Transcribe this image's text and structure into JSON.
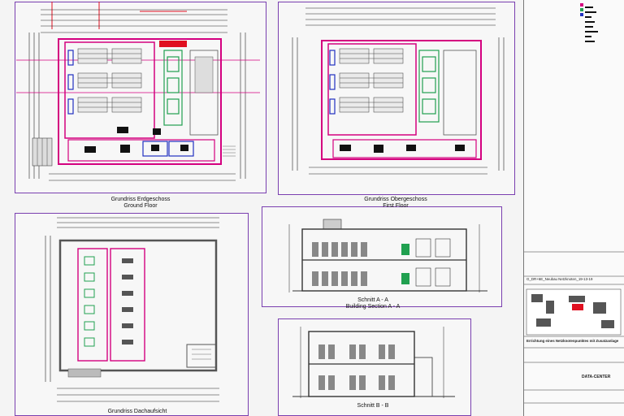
{
  "sheet": {
    "panels": {
      "ground_floor": {
        "title_de": "Grundriss Erdgeschoss",
        "title_en": "Ground Floor"
      },
      "first_floor": {
        "title_de": "Grundriss Obergeschoss",
        "title_en": "First Floor"
      },
      "roof": {
        "title_de": "Grundriss Dachaufsicht",
        "title_en": ""
      },
      "section_a": {
        "title_de": "Schnitt A - A",
        "title_en": "Building Section A - A"
      },
      "section_b": {
        "title_de": "Schnitt B - B",
        "title_en": "Building Section B - B"
      }
    },
    "title_block": {
      "drawing_id": "G_DR+6E_Neubau Netzknoten_19-13-19",
      "project_title": "Errichtung eines Netzknotenpunktes mit Zusatzanlage",
      "logo": "DATA-CENTER"
    },
    "colors": {
      "building_outline": "#d4007f",
      "panel_frame": "#7a3fb0",
      "racks": "#555555",
      "green_rooms": "#20a050",
      "blue_items": "#2030c0",
      "dimension": "#222222",
      "red_site": "#e01020"
    }
  }
}
